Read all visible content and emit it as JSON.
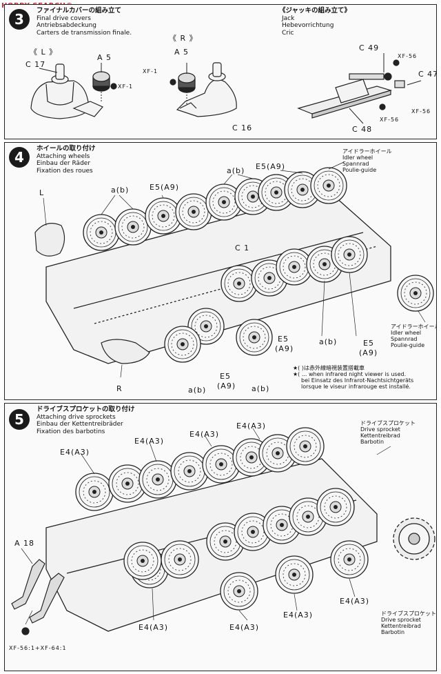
{
  "watermark": {
    "text": "HOBBY SEARCH",
    "reg": "®"
  },
  "step3": {
    "number": "3",
    "title_jp": "ファイナルカバーの組み立て",
    "title_en": "Final drive covers",
    "title_de": "Antriebsabdeckung",
    "title_fr": "Carters de transmission finale.",
    "left_tag": "《 L 》",
    "right_tag": "《 R 》",
    "jack_jp": "《ジャッキの組み立て》",
    "jack_en": "Jack",
    "jack_de": "Hebevorrichtung",
    "jack_fr": "Cric",
    "parts": {
      "c17": "C 17",
      "a5_l": "A 5",
      "xf1_l": "XF-1",
      "a5_r": "A 5",
      "xf1_r": "XF-1",
      "c16": "C 16",
      "c49": "C 49",
      "xf56_a": "XF-56",
      "c47": "C 47",
      "xf56_b": "XF-56",
      "xf56_c": "XF-56",
      "c48": "C 48"
    }
  },
  "step4": {
    "number": "4",
    "title_jp": "ホイールの取り付け",
    "title_en": "Attaching wheels",
    "title_de": "Einbau der Räder",
    "title_fr": "Fixation des roues",
    "idler_top_jp": "アイドラーホイール",
    "idler_top_en": "Idler wheel",
    "idler_top_de": "Spannrad",
    "idler_top_fr": "Poulie-guide",
    "idler_bot_jp": "アイドラーホイール",
    "idler_bot_en": "Idler wheel",
    "idler_bot_de": "Spannrad",
    "idler_bot_fr": "Poulie-guide",
    "note_jp": "★( )は赤外線暗視装置搭載車",
    "note_en": "★( ... when infrared night viewer is used.",
    "note_de": "bei Einsatz des Infrarot-Nachtsichtgeräts",
    "note_fr": "lorsque le viseur infrarouge est installé.",
    "labels": {
      "l": "L",
      "r": "R",
      "ab1": "a(b)",
      "ab2": "a(b)",
      "ab3": "a(b)",
      "ab4": "a(b)",
      "ab5": "a(b)",
      "e5a9_1": "E5(A9)",
      "e5a9_2": "E5(A9)",
      "c1": "C 1",
      "e5_1": "E5",
      "a9_1": "(A9)",
      "e5_2": "E5",
      "a9_2": "(A9)",
      "e5_3": "E5",
      "a9_3": "(A9)"
    }
  },
  "step5": {
    "number": "5",
    "title_jp": "ドライブスプロケットの取り付け",
    "title_en": "Attaching drive sprockets",
    "title_de": "Einbau der Kettentreibräder",
    "title_fr": "Fixation des barbotins",
    "sprocket_top_jp": "ドライブスプロケット",
    "sprocket_top_en": "Drive sprocket",
    "sprocket_top_de": "Kettentreibrad",
    "sprocket_top_fr": "Barbotin",
    "sprocket_bot_jp": "ドライブスプロケット",
    "sprocket_bot_en": "Drive sprocket",
    "sprocket_bot_de": "Kettentreibrad",
    "sprocket_bot_fr": "Barbotin",
    "paint": "XF-56:1+XF-64:1",
    "labels": {
      "a18": "A 18",
      "e4_1": "E4(A3)",
      "e4_2": "E4(A3)",
      "e4_3": "E4(A3)",
      "e4_4": "E4(A3)",
      "e4_5": "E4(A3)",
      "e4_6": "E4(A3)",
      "e4_7": "E4(A3)",
      "e4_8": "E4(A3)"
    }
  }
}
